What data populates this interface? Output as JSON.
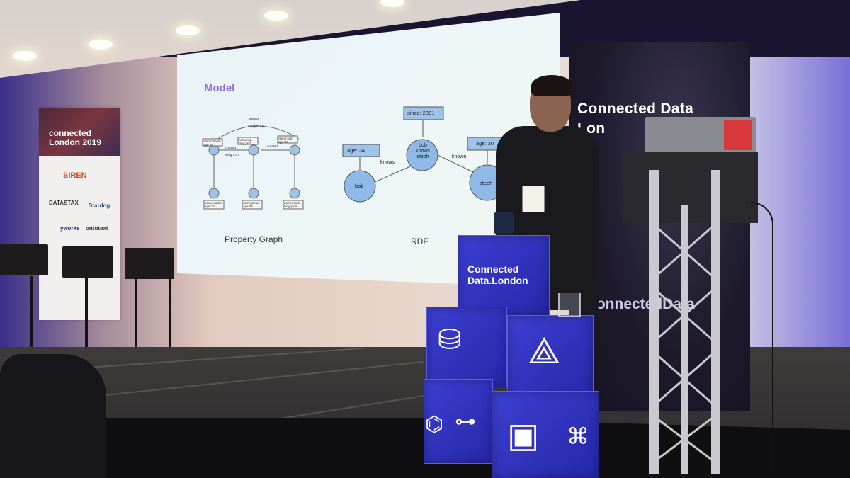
{
  "slide": {
    "title": "Model",
    "left_caption": "Property Graph",
    "right_caption": "RDF",
    "pg_labels": {
      "top_edge": "knows",
      "top_weight": "weight:1.0",
      "name_marko": "name:marko\nage:29",
      "name_lop": "name:lop\nlang:java",
      "name_josh": "name:josh\nage:32",
      "name_vadas": "name:vadas\nage:27",
      "name_peter": "name:peter\nage:35",
      "name_ripple": "name:ripple\nlang:java",
      "created_1": "created",
      "created_2": "created",
      "weight_04": "weight:0.4"
    },
    "rdf_labels": {
      "since": "since: 2001",
      "age_bob": "age: 34",
      "age_steph": "age: 30",
      "bob": "bob",
      "statement": "bob\nknows\nsteph",
      "steph": "steph",
      "knows_left": "knows",
      "knows_right": "known"
    }
  },
  "banner": {
    "brand_line1": "connected",
    "brand_line2": "London 2019",
    "sponsor1": "SIREN",
    "sponsor2": "DATASTAX",
    "sponsor3": "Stardog",
    "sponsor4": "yworks",
    "sponsor5": "ontotext"
  },
  "rollup": {
    "title_line1": "Connected Data",
    "title_line2": "Lon",
    "hashtag": "#ConnectedData"
  },
  "cube": {
    "label_line1": "Connected",
    "label_line2": "Data.London"
  },
  "colors": {
    "slide_accent": "#8b6fd8",
    "rdf_node": "#8fb9e6",
    "cube_blue": "#2f31c4"
  }
}
